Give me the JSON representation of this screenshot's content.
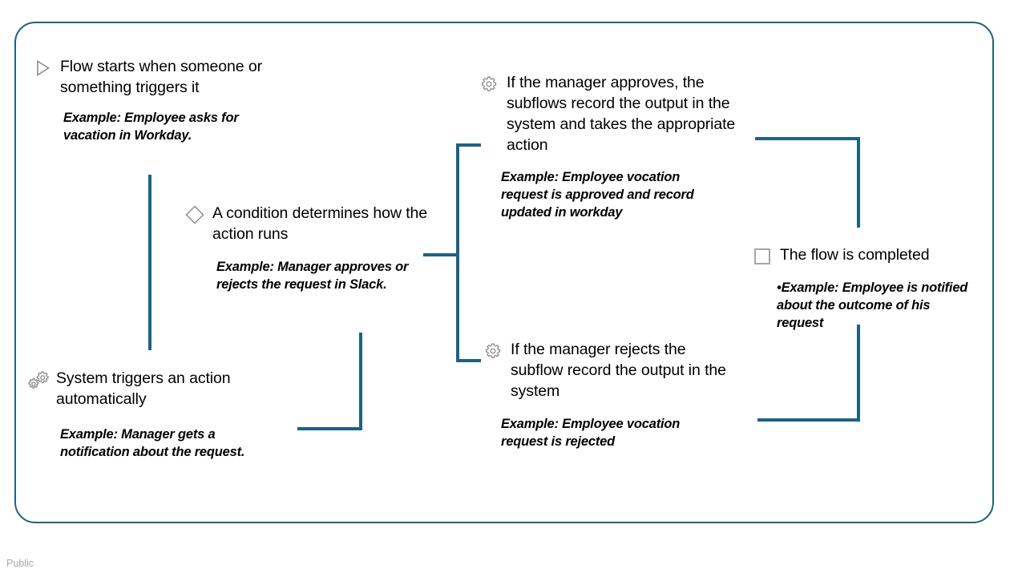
{
  "slide": {
    "frame_color": "#1d6285",
    "connector_color": "#1d6285",
    "icon_color": "#808080",
    "footer": "Public"
  },
  "nodes": [
    {
      "id": "trigger",
      "icon": "play-triangle-icon",
      "title": "Flow starts when someone or\nsomething triggers it",
      "example": "Example: Employee asks for\nvacation in Workday."
    },
    {
      "id": "system",
      "icon": "double-gear-icon",
      "title": "System triggers an action\nautomatically",
      "example": "Example: Manager gets a\nnotification about the request."
    },
    {
      "id": "condition",
      "icon": "diamond-icon",
      "title": "A condition determines how the\naction runs",
      "example": "Example: Manager approves or\nrejects the request in Slack."
    },
    {
      "id": "approve",
      "icon": "gear-icon",
      "title": "If the manager approves, the\nsubflows record the output in the\nsystem and takes the appropriate\naction",
      "example": "Example: Employee vocation\nrequest is approved and record\nupdated in workday"
    },
    {
      "id": "reject",
      "icon": "gear-icon",
      "title": "If the manager rejects the\nsubflow record the output in the\nsystem",
      "example": "Example: Employee vocation\nrequest is rejected"
    },
    {
      "id": "complete",
      "icon": "square-icon",
      "title": "The flow is completed",
      "example": "•Example: Employee is notified\nabout the outcome of  his\nrequest"
    }
  ]
}
